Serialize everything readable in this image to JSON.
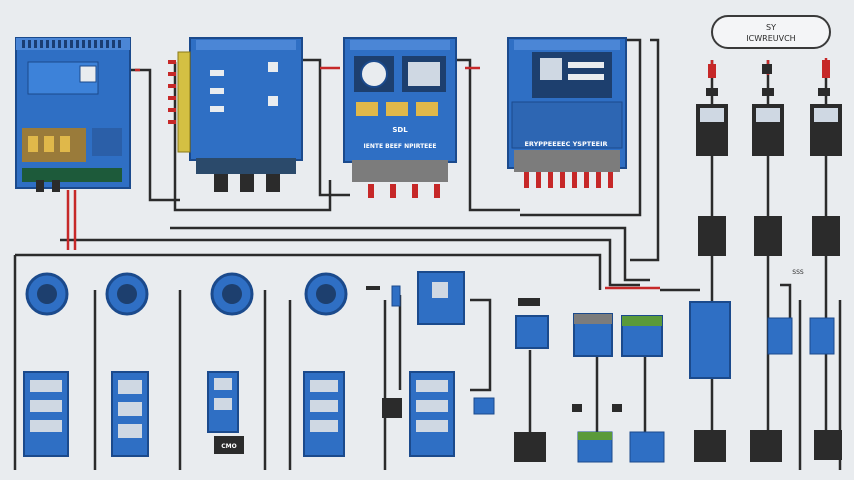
{
  "title_badge": {
    "line1": "SY",
    "line2": "ICWREUVCH"
  },
  "top_modules": {
    "module_3_label": "SDL",
    "module_3_caption": "IENTE BEEF NPIRTEEE",
    "module_4_caption": "ERYPPEEEEC YSPTEEIR"
  },
  "small_labels": {
    "switch_row_label": "SSS",
    "device_tag": "CMO"
  },
  "colors": {
    "board_blue": "#2f6fc4",
    "board_border": "#1b4a8c",
    "wire_dark": "#2b2b2b",
    "wire_red": "#c62828",
    "panel_bg": "#e9ecef"
  },
  "icons": [
    "gauge-icon",
    "meter-icon",
    "connector-icon",
    "switch-icon"
  ]
}
